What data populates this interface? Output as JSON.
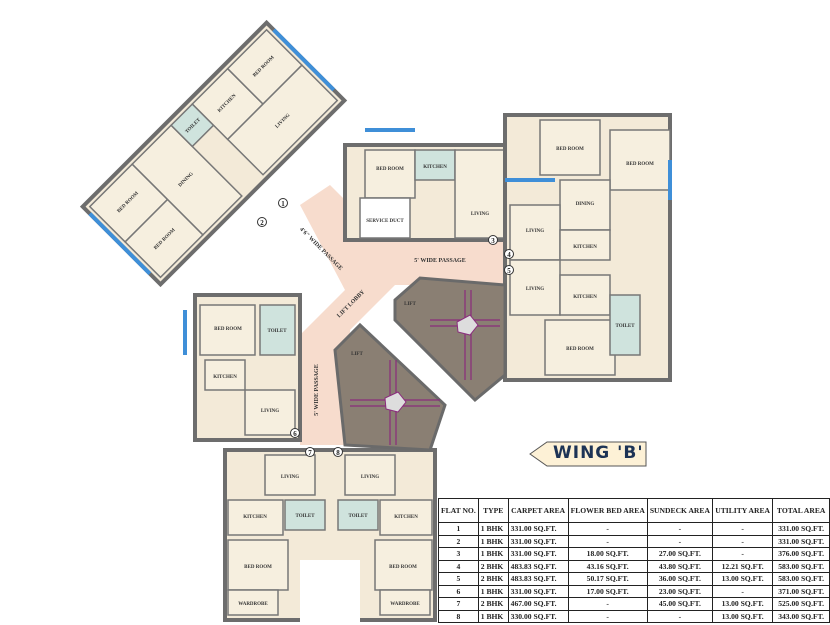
{
  "wing_label": "WING 'B'",
  "plan": {
    "passages": [
      "4'6\" WIDE PASSAGE",
      "5' WIDE PASSAGE",
      "5' WIDE PASSAGE",
      "LIFT LOBBY"
    ],
    "service_duct": "SERVICE DUCT",
    "lift": "LIFT",
    "rooms": {
      "bed": "BED ROOM",
      "kitchen": "KITCHEN",
      "living": "LIVING",
      "dining": "DINING",
      "toilet": "TOILET",
      "wardrobe": "WARDROBE"
    },
    "flat_numbers": [
      "1",
      "2",
      "3",
      "4",
      "5",
      "6",
      "7",
      "8"
    ]
  },
  "table": {
    "headers": [
      "FLAT NO.",
      "TYPE",
      "CARPET AREA",
      "FLOWER BED AREA",
      "SUNDECK AREA",
      "UTILITY AREA",
      "TOTAL AREA"
    ],
    "rows": [
      [
        "1",
        "1 BHK",
        "331.00 SQ.FT.",
        "-",
        "-",
        "-",
        "331.00 SQ.FT."
      ],
      [
        "2",
        "1 BHK",
        "331.00 SQ.FT.",
        "-",
        "-",
        "-",
        "331.00 SQ.FT."
      ],
      [
        "3",
        "1 BHK",
        "331.00 SQ.FT.",
        "18.00 SQ.FT.",
        "27.00 SQ.FT.",
        "-",
        "376.00 SQ.FT."
      ],
      [
        "4",
        "2 BHK",
        "483.83 SQ.FT.",
        "43.16 SQ.FT.",
        "43.80 SQ.FT.",
        "12.21 SQ.FT.",
        "583.00 SQ.FT."
      ],
      [
        "5",
        "2 BHK",
        "483.83 SQ.FT.",
        "50.17 SQ.FT.",
        "36.00 SQ.FT.",
        "13.00 SQ.FT.",
        "583.00 SQ.FT."
      ],
      [
        "6",
        "1 BHK",
        "331.00 SQ.FT.",
        "17.00 SQ.FT.",
        "23.00 SQ.FT.",
        "-",
        "371.00 SQ.FT."
      ],
      [
        "7",
        "2 BHK",
        "467.00 SQ.FT.",
        "-",
        "45.00 SQ.FT.",
        "13.00 SQ.FT.",
        "525.00 SQ.FT."
      ],
      [
        "8",
        "1 BHK",
        "330.00 SQ.FT.",
        "-",
        "-",
        "13.00 SQ.FT.",
        "343.00 SQ.FT."
      ]
    ]
  },
  "colors": {
    "corridor": "#f7dccd",
    "lift": "#8a7f73",
    "window": "#3f8fd8",
    "wing_text": "#1d3355",
    "wing_bg": "#fdf1d6"
  }
}
